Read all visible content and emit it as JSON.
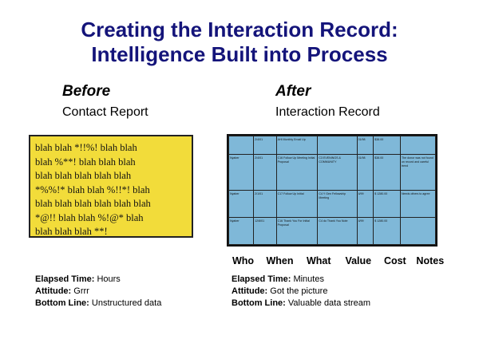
{
  "slide": {
    "title_line1": "Creating the Interaction Record:",
    "title_line2": "Intelligence Built into Process"
  },
  "before": {
    "heading": "Before",
    "subheading": "Contact Report",
    "blah_lines": [
      "blah blah *!!%! blah blah",
      "blah %**! blah blah blah",
      "blah blah blah blah blah",
      "*%%!* blah blah %!!*! blah",
      "blah blah blah blah blah blah",
      "*@!! blah blah %!@* blah",
      "blah blah blah **!"
    ],
    "stats": [
      {
        "label": "Elapsed Time:",
        "value": "Hours"
      },
      {
        "label": "Attitude:",
        "value": "Grrr"
      },
      {
        "label": "Bottom Line:",
        "value": "Unstructured data"
      }
    ]
  },
  "after": {
    "heading": "After",
    "subheading": "Interaction Record",
    "table_rows": [
      [
        "",
        "2/4/01",
        "AHI Monthly Email Up",
        "",
        "01/98",
        "$38.00",
        ""
      ],
      [
        "Nyaber",
        "2/4/01",
        "C16 Follow Up Meeting Initial Proposal",
        "C3 EVENINGS & COMMUNITY",
        "01/98",
        "$38.00",
        "The donor was not found on record and careful trend"
      ],
      [
        "Nyaber",
        "2/1/01",
        "C17 Follow Up Initial",
        "C4 Y Gen Fellowship Meeting",
        "4/99",
        "$ 1280.00",
        "Needs others to agree"
      ],
      [
        "Nyaber",
        "12/8/01",
        "C16 Thank You For Initial Proposal",
        "C4 do Thank You Note",
        "4/99",
        "$ 1280.00",
        ""
      ]
    ],
    "column_headers": [
      "Who",
      "When",
      "What",
      "Value",
      "Cost",
      "Notes"
    ],
    "stats": [
      {
        "label": "Elapsed Time:",
        "value": "Minutes"
      },
      {
        "label": "Attitude:",
        "value": "Got the picture"
      },
      {
        "label": "Bottom Line:",
        "value": "Valuable data stream"
      }
    ]
  }
}
